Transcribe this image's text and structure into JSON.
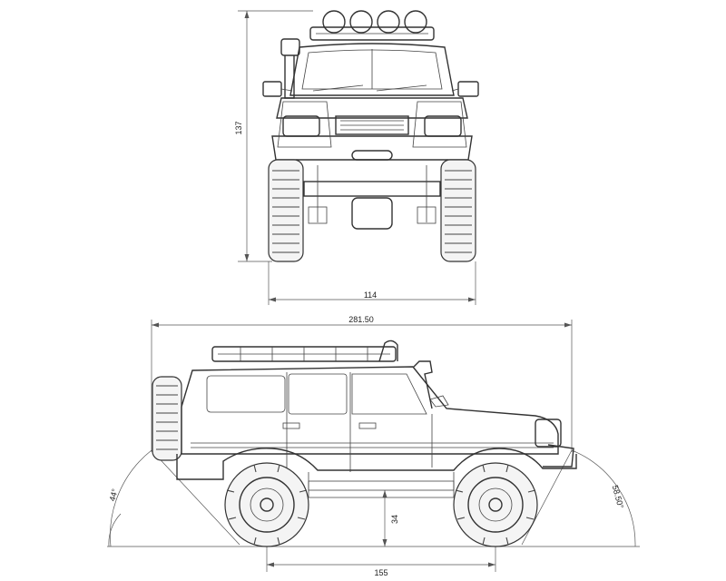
{
  "front_view": {
    "height_label": "137",
    "width_label": "114"
  },
  "side_view": {
    "length_label": "281.50",
    "approach_angle_label": "44°",
    "departure_angle_label": "58.50°",
    "ground_clearance_label": "34",
    "wheelbase_label": "155"
  },
  "colors": {
    "line": "#333333",
    "dimension": "#555555",
    "background": "#ffffff"
  }
}
